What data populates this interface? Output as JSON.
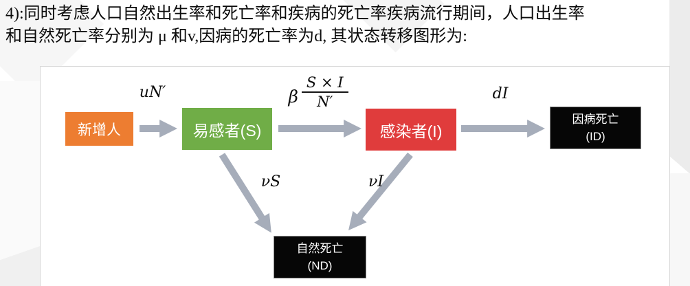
{
  "heading": {
    "line1": "4):同时考虑人口自然出生率和死亡率和疾病的死亡率疾病流行期间，人口出生率",
    "line2": "和自然死亡率分别为 μ 和v,因病的死亡率为d, 其状态转移图形为:"
  },
  "diagram": {
    "nodes": {
      "new_population": {
        "label": "新增人",
        "color": "#ED7D31"
      },
      "susceptible": {
        "label": "易感者(S)",
        "color": "#70AD47"
      },
      "infected": {
        "label": "感染者(I)",
        "color": "#E03C3C"
      },
      "disease_death": {
        "line1": "因病死亡",
        "line2": "(ID)",
        "color": "#060606"
      },
      "natural_death": {
        "line1": "自然死亡",
        "line2": "(ND)",
        "color": "#060606"
      }
    },
    "edges": {
      "birth_rate": "uN′",
      "infection_rate": {
        "beta": "β",
        "numerator": "S × I",
        "denominator": "N′"
      },
      "disease_death_rate": "dI",
      "natural_death_s": "νS",
      "natural_death_i": "νI"
    },
    "arrow_color": "#A6ADBA"
  }
}
